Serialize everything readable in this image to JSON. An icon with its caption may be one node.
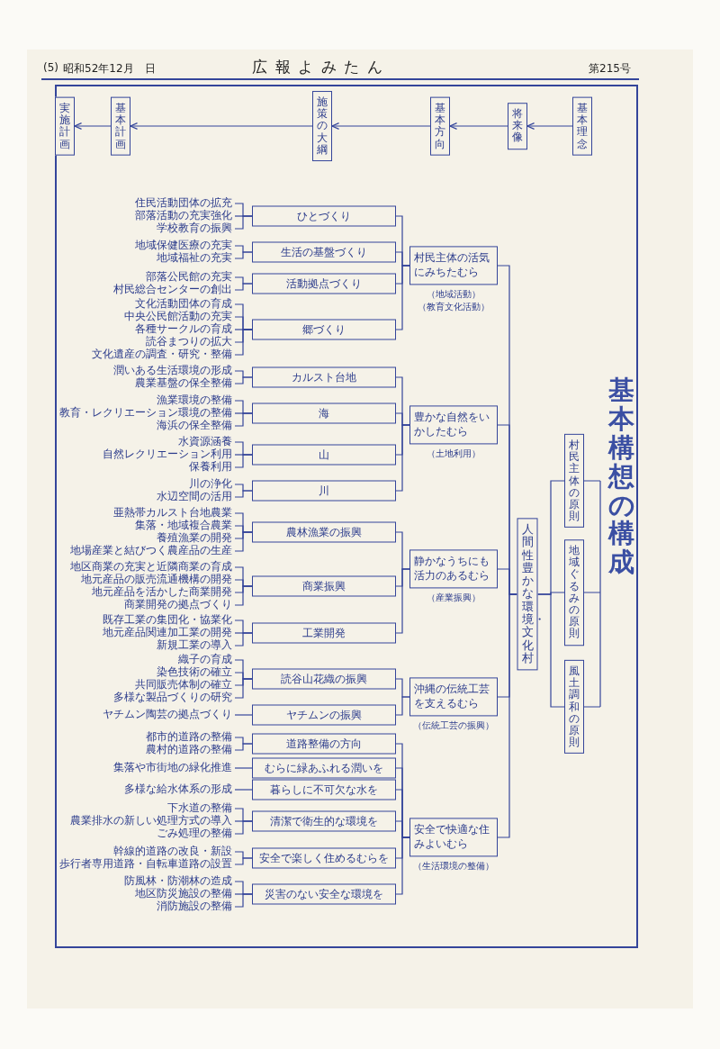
{
  "diagram": {
    "title": "基本構想の構成",
    "nodes": [
      {
        "text": [
          "基本理念"
        ]
      },
      {
        "text": [
          "将来像"
        ]
      },
      {
        "text": [
          "基本方向"
        ]
      },
      {
        "text": [
          "施策の大綱"
        ]
      },
      {
        "text": [
          "基本計画"
        ]
      },
      {
        "text": [
          "実施計画"
        ]
      },
      {
        "text": [
          "村民主体の原則"
        ]
      },
      {
        "text": [
          "地域ぐるみの原則"
        ]
      },
      {
        "text": [
          "風土調和の原則"
        ]
      },
      {
        "text": [
          "人間性豊かな環境・文化村"
        ]
      },
      {
        "text": [
          "村民主体の活気にみちたむら"
        ],
        "beside": [
          "（地域活動）",
          "（教育文化活動）"
        ]
      },
      {
        "text": [
          "ひとづくり"
        ]
      },
      {
        "text": [
          "住民活動団体の拡充"
        ]
      },
      {
        "text": [
          "部落活動の充実強化"
        ]
      },
      {
        "text": [
          "学校教育の振興"
        ]
      },
      {
        "text": [
          "生活の基盤づくり"
        ]
      },
      {
        "text": [
          "地域保健医療の充実"
        ]
      },
      {
        "text": [
          "地域福祉の充実"
        ]
      },
      {
        "text": [
          "活動拠点づくり"
        ]
      },
      {
        "text": [
          "部落公民館の充実"
        ]
      },
      {
        "text": [
          "村民総合センターの創出"
        ]
      },
      {
        "text": [
          "郷づくり"
        ]
      },
      {
        "text": [
          "文化活動団体の育成"
        ]
      },
      {
        "text": [
          "中央公民館活動の充実"
        ]
      },
      {
        "text": [
          "各種サークルの育成"
        ]
      },
      {
        "text": [
          "読谷まつりの拡大"
        ]
      },
      {
        "text": [
          "文化遺産の調査・研究・整備"
        ]
      },
      {
        "text": [
          "豊かな自然をいかしたむら"
        ],
        "beside": [
          "（土地利用）"
        ]
      },
      {
        "text": [
          "カルスト台地"
        ]
      },
      {
        "text": [
          "潤いある生活環境の形成"
        ]
      },
      {
        "text": [
          "農業基盤の保全整備"
        ]
      },
      {
        "text": [
          "海"
        ]
      },
      {
        "text": [
          "漁業環境の整備"
        ]
      },
      {
        "text": [
          "教育・レクリエーション環境の整備"
        ]
      },
      {
        "text": [
          "海浜の保全整備"
        ]
      },
      {
        "text": [
          "山"
        ]
      },
      {
        "text": [
          "水資源涵養"
        ]
      },
      {
        "text": [
          "自然レクリエーション利用"
        ]
      },
      {
        "text": [
          "保養利用"
        ]
      },
      {
        "text": [
          "川"
        ]
      },
      {
        "text": [
          "川の浄化"
        ]
      },
      {
        "text": [
          "水辺空間の活用"
        ]
      },
      {
        "text": [
          "静かなうちにも活力のあるむら"
        ],
        "beside": [
          "（産業振興）"
        ]
      },
      {
        "text": [
          "農林漁業の振興"
        ]
      },
      {
        "text": [
          "亜熱帯カルスト台地農業"
        ]
      },
      {
        "text": [
          "集落・地域複合農業"
        ]
      },
      {
        "text": [
          "養殖漁業の開発"
        ]
      },
      {
        "text": [
          "地場産業と結びつく農産品の生産"
        ]
      },
      {
        "text": [
          "商業振興"
        ]
      },
      {
        "text": [
          "地区商業の充実と近隣商業の育成"
        ]
      },
      {
        "text": [
          "地元産品の販売流通機構の開発"
        ]
      },
      {
        "text": [
          "地元産品を活かした商業開発"
        ]
      },
      {
        "text": [
          "商業開発の拠点づくり"
        ]
      },
      {
        "text": [
          "工業開発"
        ]
      },
      {
        "text": [
          "既存工業の集団化・協業化"
        ]
      },
      {
        "text": [
          "地元産品関連加工業の開発"
        ]
      },
      {
        "text": [
          "新規工業の導入"
        ]
      },
      {
        "text": [
          "沖縄の伝統工芸を支えるむら"
        ],
        "beside": [
          "（伝統工芸の振興）"
        ]
      },
      {
        "text": [
          "読谷山花織の振興"
        ]
      },
      {
        "text": [
          "織子の育成"
        ]
      },
      {
        "text": [
          "染色技術の確立"
        ]
      },
      {
        "text": [
          "共同販売体制の確立"
        ]
      },
      {
        "text": [
          "多様な製品づくりの研究"
        ]
      },
      {
        "text": [
          "ヤチムンの振興"
        ]
      },
      {
        "text": [
          "ヤチムン陶芸の拠点づくり"
        ]
      },
      {
        "text": [
          "安全で快適な住みよいむら"
        ],
        "beside": [
          "（生活環境の整備）"
        ]
      },
      {
        "text": [
          "道路整備の方向"
        ]
      },
      {
        "text": [
          "都市的道路の整備"
        ]
      },
      {
        "text": [
          "農村的道路の整備"
        ]
      },
      {
        "text": [
          "むらに緑あふれる潤いを"
        ]
      },
      {
        "text": [
          "集落や市街地の緑化推進"
        ]
      },
      {
        "text": [
          "暮らしに不可欠な水を"
        ]
      },
      {
        "text": [
          "多様な給水体系の形成"
        ]
      },
      {
        "text": [
          "清潔で衛生的な環境を"
        ]
      },
      {
        "text": [
          "下水道の整備"
        ]
      },
      {
        "text": [
          "農業排水の新しい処理方式の導入"
        ]
      },
      {
        "text": [
          "ごみ処理の整備"
        ]
      },
      {
        "text": [
          "安全で楽しく住めるむらを"
        ]
      },
      {
        "text": [
          "幹線的道路の改良・新設"
        ]
      },
      {
        "text": [
          "歩行者専用道路・自転車道路の設置"
        ]
      },
      {
        "text": [
          "災害のない安全な環境を"
        ]
      },
      {
        "text": [
          "防風林・防潮林の造成"
        ]
      },
      {
        "text": [
          "地区防災施設の整備"
        ]
      },
      {
        "text": [
          "消防施設の整備"
        ]
      }
    ],
    "edges": [
      {
        "from": 0,
        "to": 1,
        "arrow": "to"
      },
      {
        "from": 1,
        "to": 2,
        "arrow": "to"
      },
      {
        "from": 2,
        "to": 3,
        "arrow": "to"
      },
      {
        "from": 3,
        "to": 4,
        "arrow": "to"
      },
      {
        "from": 4,
        "to": 5,
        "arrow": "to"
      },
      {
        "from": 6,
        "to": 9,
        "arrow": "none"
      },
      {
        "from": 7,
        "to": 9,
        "arrow": "none"
      },
      {
        "from": 8,
        "to": 9,
        "arrow": "none"
      },
      {
        "from": 9,
        "to": 10,
        "arrow": "none"
      },
      {
        "from": 9,
        "to": 27,
        "arrow": "none"
      },
      {
        "from": 9,
        "to": 42,
        "arrow": "none"
      },
      {
        "from": 9,
        "to": 57,
        "arrow": "none"
      },
      {
        "from": 9,
        "to": 65,
        "arrow": "none"
      },
      {
        "from": 10,
        "to": 11,
        "arrow": "none"
      },
      {
        "from": 10,
        "to": 15,
        "arrow": "none"
      },
      {
        "from": 10,
        "to": 18,
        "arrow": "none"
      },
      {
        "from": 10,
        "to": 21,
        "arrow": "none"
      },
      {
        "from": 27,
        "to": 28,
        "arrow": "none"
      },
      {
        "from": 27,
        "to": 31,
        "arrow": "none"
      },
      {
        "from": 27,
        "to": 35,
        "arrow": "none"
      },
      {
        "from": 27,
        "to": 39,
        "arrow": "none"
      },
      {
        "from": 42,
        "to": 43,
        "arrow": "none"
      },
      {
        "from": 42,
        "to": 48,
        "arrow": "none"
      },
      {
        "from": 42,
        "to": 53,
        "arrow": "none"
      },
      {
        "from": 57,
        "to": 58,
        "arrow": "none"
      },
      {
        "from": 57,
        "to": 63,
        "arrow": "none"
      },
      {
        "from": 65,
        "to": 66,
        "arrow": "none"
      },
      {
        "from": 65,
        "to": 69,
        "arrow": "none"
      },
      {
        "from": 65,
        "to": 71,
        "arrow": "none"
      },
      {
        "from": 65,
        "to": 73,
        "arrow": "none"
      },
      {
        "from": 65,
        "to": 77,
        "arrow": "none"
      },
      {
        "from": 65,
        "to": 80,
        "arrow": "none"
      },
      {
        "from": 11,
        "to": 12,
        "arrow": "none"
      },
      {
        "from": 11,
        "to": 13,
        "arrow": "none"
      },
      {
        "from": 11,
        "to": 14,
        "arrow": "none"
      },
      {
        "from": 15,
        "to": 16,
        "arrow": "none"
      },
      {
        "from": 15,
        "to": 17,
        "arrow": "none"
      },
      {
        "from": 18,
        "to": 19,
        "arrow": "none"
      },
      {
        "from": 18,
        "to": 20,
        "arrow": "none"
      },
      {
        "from": 21,
        "to": 22,
        "arrow": "none"
      },
      {
        "from": 21,
        "to": 23,
        "arrow": "none"
      },
      {
        "from": 21,
        "to": 24,
        "arrow": "none"
      },
      {
        "from": 21,
        "to": 25,
        "arrow": "none"
      },
      {
        "from": 21,
        "to": 26,
        "arrow": "none"
      },
      {
        "from": 28,
        "to": 29,
        "arrow": "none"
      },
      {
        "from": 28,
        "to": 30,
        "arrow": "none"
      },
      {
        "from": 31,
        "to": 32,
        "arrow": "none"
      },
      {
        "from": 31,
        "to": 33,
        "arrow": "none"
      },
      {
        "from": 31,
        "to": 34,
        "arrow": "none"
      },
      {
        "from": 35,
        "to": 36,
        "arrow": "none"
      },
      {
        "from": 35,
        "to": 37,
        "arrow": "none"
      },
      {
        "from": 35,
        "to": 38,
        "arrow": "none"
      },
      {
        "from": 39,
        "to": 40,
        "arrow": "none"
      },
      {
        "from": 39,
        "to": 41,
        "arrow": "none"
      },
      {
        "from": 43,
        "to": 44,
        "arrow": "none"
      },
      {
        "from": 43,
        "to": 45,
        "arrow": "none"
      },
      {
        "from": 43,
        "to": 46,
        "arrow": "none"
      },
      {
        "from": 43,
        "to": 47,
        "arrow": "none"
      },
      {
        "from": 48,
        "to": 49,
        "arrow": "none"
      },
      {
        "from": 48,
        "to": 50,
        "arrow": "none"
      },
      {
        "from": 48,
        "to": 51,
        "arrow": "none"
      },
      {
        "from": 48,
        "to": 52,
        "arrow": "none"
      },
      {
        "from": 53,
        "to": 54,
        "arrow": "none"
      },
      {
        "from": 53,
        "to": 55,
        "arrow": "none"
      },
      {
        "from": 53,
        "to": 56,
        "arrow": "none"
      },
      {
        "from": 58,
        "to": 59,
        "arrow": "none"
      },
      {
        "from": 58,
        "to": 60,
        "arrow": "none"
      },
      {
        "from": 58,
        "to": 61,
        "arrow": "none"
      },
      {
        "from": 58,
        "to": 62,
        "arrow": "none"
      },
      {
        "from": 63,
        "to": 64,
        "arrow": "none"
      },
      {
        "from": 66,
        "to": 67,
        "arrow": "none"
      },
      {
        "from": 66,
        "to": 68,
        "arrow": "none"
      },
      {
        "from": 69,
        "to": 70,
        "arrow": "none"
      },
      {
        "from": 71,
        "to": 72,
        "arrow": "none"
      },
      {
        "from": 73,
        "to": 74,
        "arrow": "none"
      },
      {
        "from": 73,
        "to": 75,
        "arrow": "none"
      },
      {
        "from": 73,
        "to": 76,
        "arrow": "none"
      },
      {
        "from": 77,
        "to": 78,
        "arrow": "none"
      },
      {
        "from": 77,
        "to": 79,
        "arrow": "none"
      },
      {
        "from": 80,
        "to": 81,
        "arrow": "none"
      },
      {
        "from": 80,
        "to": 82,
        "arrow": "none"
      },
      {
        "from": 80,
        "to": 83,
        "arrow": "none"
      }
    ],
    "labels": [
      "(5)",
      "昭和52年12月　日",
      "広報よみたん",
      "第215号"
    ]
  }
}
